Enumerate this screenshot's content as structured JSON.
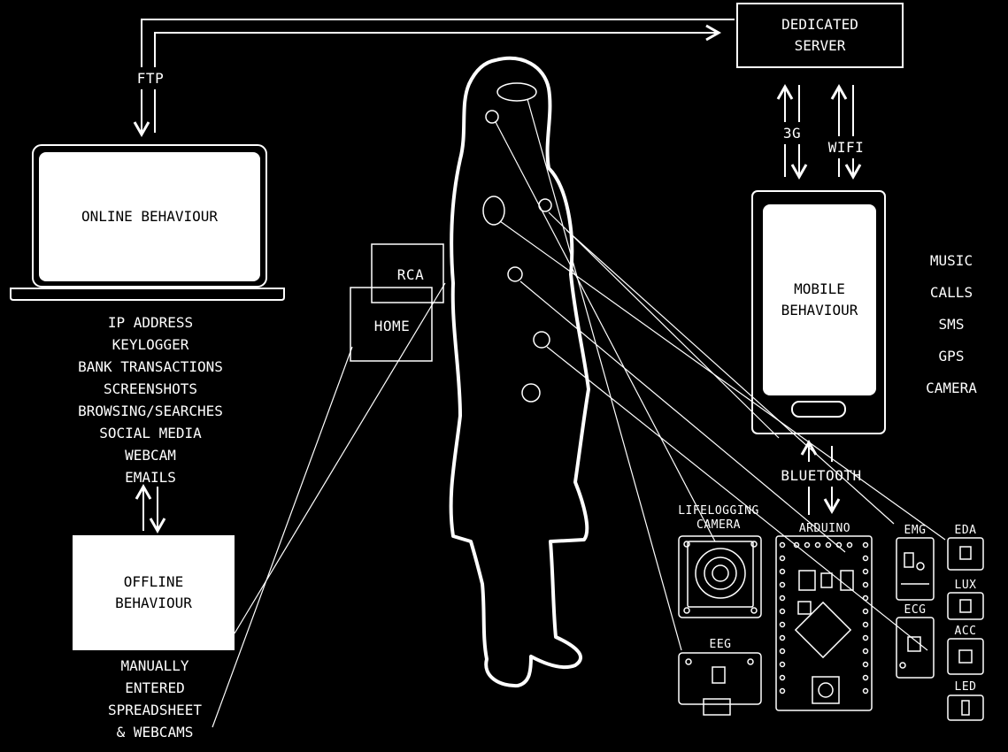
{
  "server": {
    "line1": "DEDICATED",
    "line2": "SERVER"
  },
  "ftp_label": "FTP",
  "link_3g": "3G",
  "link_wifi": "WIFI",
  "laptop": {
    "screen_label": "ONLINE BEHAVIOUR"
  },
  "online_items": [
    "IP ADDRESS",
    "KEYLOGGER",
    "BANK TRANSACTIONS",
    "SCREENSHOTS",
    "BROWSING/SEARCHES",
    "SOCIAL MEDIA",
    "WEBCAM",
    "EMAILS"
  ],
  "offline": {
    "line1": "OFFLINE",
    "line2": "BEHAVIOUR"
  },
  "offline_items": [
    "MANUALLY",
    "ENTERED",
    "SPREADSHEET",
    "& WEBCAMS"
  ],
  "locations": {
    "rca": "RCA",
    "home": "HOME"
  },
  "phone": {
    "line1": "MOBILE",
    "line2": "BEHAVIOUR"
  },
  "mobile_items": [
    "MUSIC",
    "CALLS",
    "SMS",
    "GPS",
    "CAMERA"
  ],
  "bluetooth": "BLUETOOTH",
  "devices": {
    "lifelogging": {
      "line1": "LIFELOGGING",
      "line2": "CAMERA"
    },
    "arduino": "ARDUINO",
    "emg": "EMG",
    "eda": "EDA",
    "lux": "LUX",
    "ecg": "ECG",
    "acc": "ACC",
    "eeg": "EEG",
    "led": "LED"
  }
}
